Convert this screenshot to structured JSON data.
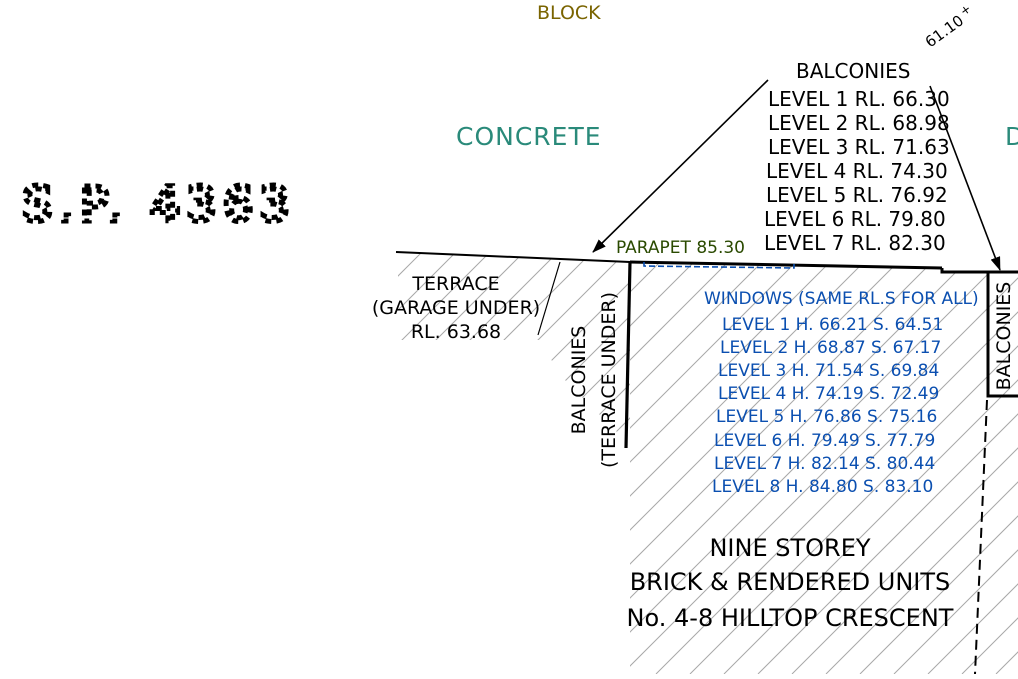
{
  "colors": {
    "black": "#000000",
    "teal": "#2a8a7a",
    "olive": "#7a6400",
    "dark_green": "#2a4a00",
    "blue": "#0b4fb0",
    "hatch": "#a8a8a8"
  },
  "labels": {
    "block": "BLOCK",
    "concrete": "CONCRETE",
    "concrete_right_partial": "D",
    "sp": "S.P. 4363",
    "rl_corner": "61.10",
    "parapet": "PARAPET 85.30"
  },
  "terrace": {
    "line1": "TERRACE",
    "line2": "(GARAGE UNDER)",
    "line3": "RL. 63.68"
  },
  "balconies_left": {
    "line1": "BALCONIES",
    "line2": "(TERRACE UNDER)"
  },
  "balconies_right": {
    "label": "BALCONIES"
  },
  "balconies_top": {
    "title": "BALCONIES",
    "levels": [
      "LEVEL 1 RL. 66.30",
      "LEVEL 2 RL. 68.98",
      "LEVEL 3 RL. 71.63",
      "LEVEL 4 RL. 74.30",
      "LEVEL 5 RL. 76.92",
      "LEVEL 6 RL. 79.80",
      "LEVEL 7 RL. 82.30"
    ]
  },
  "windows": {
    "title": "WINDOWS (SAME RL.S FOR ALL)",
    "levels": [
      "LEVEL 1 H. 66.21 S. 64.51",
      "LEVEL 2 H. 68.87 S. 67.17",
      "LEVEL 3 H. 71.54 S. 69.84",
      "LEVEL 4 H. 74.19 S. 72.49",
      "LEVEL 5 H. 76.86 S. 75.16",
      "LEVEL 6 H. 79.49 S. 77.79",
      "LEVEL 7 H. 82.14 S. 80.44",
      "LEVEL 8 H. 84.80 S. 83.10"
    ]
  },
  "building": {
    "line1": "NINE STOREY",
    "line2": "BRICK & RENDERED UNITS",
    "line3": "No. 4-8 HILLTOP CRESCENT"
  }
}
